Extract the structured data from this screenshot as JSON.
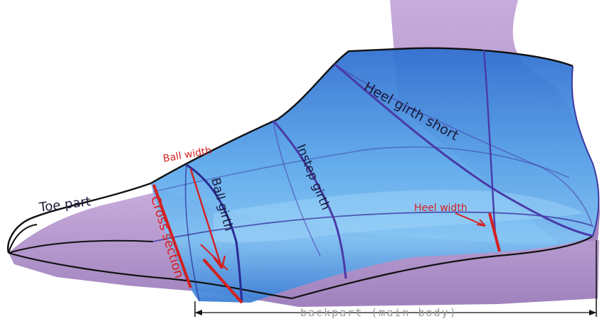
{
  "labels": {
    "toe_part": "Toe part",
    "ball_width": "Ball width",
    "ball_girth": "Ball girth",
    "cross_section": "Cross section",
    "instep_girth": "Instep girth",
    "heel_girth_short": "Heel girth short",
    "heel_width": "Heel width",
    "backpart": "backpart (main body)"
  },
  "colors": {
    "skin": "#b79ad0",
    "last_blue": "#3d86d8",
    "girth_line": "#3a3aa0",
    "measure_red": "#d42020",
    "outline": "#111111",
    "backpart_gray": "#9a9a9a"
  }
}
